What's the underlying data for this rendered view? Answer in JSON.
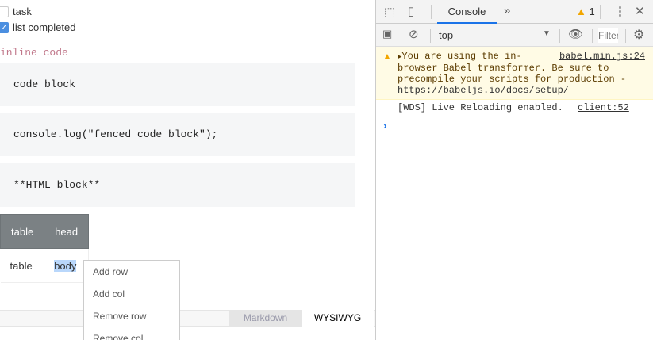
{
  "editor": {
    "tasks": [
      {
        "label": "task",
        "checked": false
      },
      {
        "label": "list completed",
        "checked": true
      }
    ],
    "inline_code": "inline code",
    "code_blocks": [
      "code block",
      "console.log(\"fenced code block\");",
      "**HTML block**"
    ],
    "table": {
      "head": [
        "table",
        "head"
      ],
      "body": [
        "table",
        "body"
      ]
    },
    "modes": {
      "markdown": "Markdown",
      "wysiwyg": "WYSIWYG",
      "active": "WYSIWYG"
    },
    "context_menu": [
      "Add row",
      "Add col",
      "Remove row",
      "Remove col"
    ]
  },
  "devtools": {
    "tab": "Console",
    "more": "»",
    "warning_count": "1",
    "context": "top",
    "filter_placeholder": "Filter",
    "messages": [
      {
        "level": "warning",
        "text": "You are using the in-browser Babel transformer. Be sure to precompile your scripts for production -",
        "link": "https://babeljs.io/docs/setup/",
        "source": "babel.min.js:24"
      },
      {
        "level": "info",
        "text": "[WDS] Live Reloading enabled.",
        "source": "client:52"
      }
    ],
    "prompt": "›"
  }
}
